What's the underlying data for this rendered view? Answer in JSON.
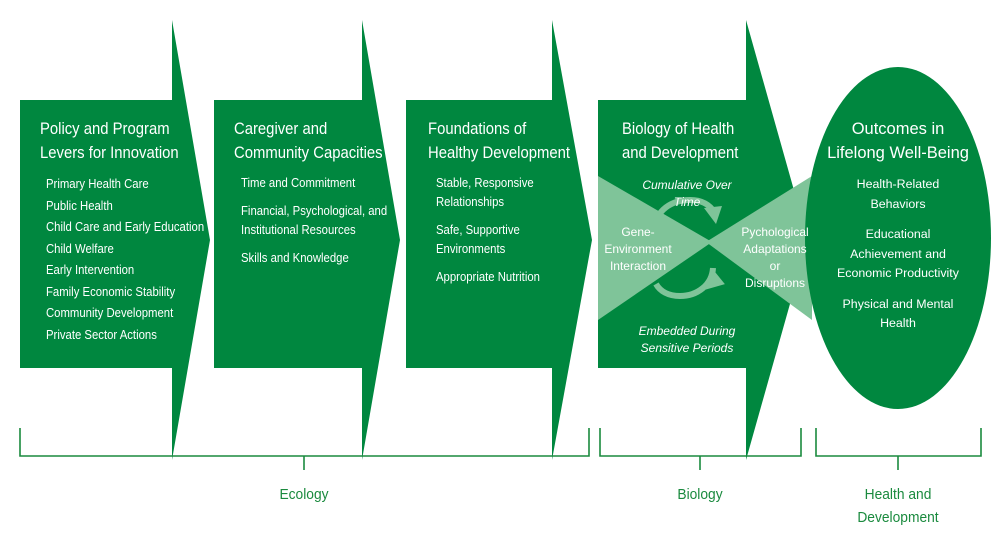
{
  "columns": [
    {
      "title_lines": [
        "Policy and Program",
        "Levers for Innovation"
      ],
      "items": [
        "Primary Health Care",
        "Public Health",
        "Child Care and Early Education",
        "Child Welfare",
        "Early Intervention",
        "Family Economic Stability",
        "Community Development",
        "Private Sector Actions"
      ]
    },
    {
      "title_lines": [
        "Caregiver and",
        "Community Capacities"
      ],
      "items": [
        "Time and Commitment",
        "Financial, Psychological, and",
        "Institutional Resources",
        "Skills and Knowledge"
      ]
    },
    {
      "title_lines": [
        "Foundations of",
        "Healthy Development"
      ],
      "items": [
        "Stable, Responsive",
        "Relationships",
        "Safe, Supportive",
        "Environments",
        "Appropriate Nutrition"
      ]
    },
    {
      "title_lines": [
        "Biology of Health",
        "and Development"
      ],
      "top_italic": "Cumulative Over Time",
      "left_lines": [
        "Gene-",
        "Environment",
        "Interaction"
      ],
      "right_lines": [
        "Pychological",
        "Adaptations or",
        "Disruptions"
      ],
      "bottom_italic_lines": [
        "Embedded During",
        "Sensitive Periods"
      ]
    }
  ],
  "outcomes": {
    "title_lines": [
      "Outcomes in",
      "Lifelong Well-Being"
    ],
    "items": [
      [
        "Health-Related",
        "Behaviors"
      ],
      [
        "Educational",
        "Achievement and",
        "Economic Productivity"
      ],
      [
        "Physical and Mental",
        "Health"
      ]
    ]
  },
  "brackets": {
    "ecology": "Ecology",
    "biology": "Biology",
    "health_lines": [
      "Health and",
      "Development"
    ]
  },
  "colors": {
    "dark_green": "#00873f",
    "light_green": "#7fc499",
    "bracket": "#1a8a3e"
  }
}
